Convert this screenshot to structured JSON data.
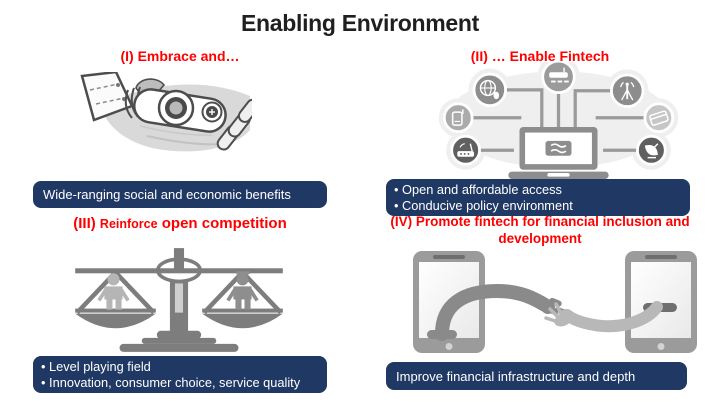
{
  "title": "Enabling Environment",
  "colors": {
    "heading_red": "#FE0000",
    "banner_navy": "#1F3864",
    "banner_text": "#FFFFFF",
    "title_text": "#1F1F1F"
  },
  "sections": {
    "embrace": {
      "heading": "(I) Embrace and…",
      "illustration": "robotic-hand-reaching",
      "banner": "Wide-ranging social and economic benefits"
    },
    "enable_fintech": {
      "heading": "(II) … Enable Fintech",
      "illustration": "laptop-connected-device-network",
      "icons": [
        "globe-icon",
        "modem-router-icon",
        "antenna-tower-icon",
        "mobile-phone-icon",
        "credit-card-icon",
        "wifi-router-icon",
        "satellite-dish-icon",
        "laptop-icon"
      ],
      "banner_bullets": [
        "Open and affordable access",
        "Conducive policy environment"
      ]
    },
    "open_competition": {
      "heading_num": "(III)",
      "heading_mid": "Reinforce",
      "heading_rest": "open competition",
      "illustration": "balance-scale-two-people",
      "banner_bullets": [
        "Level playing field",
        "Innovation, consumer choice, service quality"
      ]
    },
    "promote_fintech": {
      "heading": "(IV) Promote fintech for financial inclusion and development",
      "illustration": "smartphones-hand-exchange",
      "banner": "Improve financial infrastructure and depth"
    }
  }
}
